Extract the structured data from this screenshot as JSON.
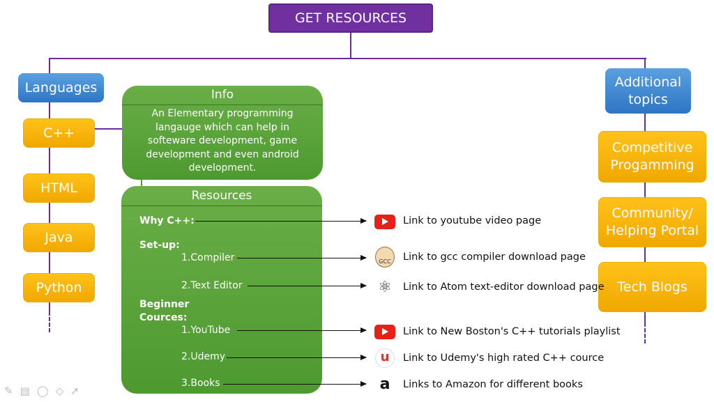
{
  "title": "GET RESOURCES",
  "left": {
    "header": "Languages",
    "items": [
      "C++",
      "HTML",
      "Java",
      "Python"
    ]
  },
  "right": {
    "header": "Additional topics",
    "items": [
      "Competitive Progamming",
      "Community/ Helping Portal",
      "Tech Blogs"
    ]
  },
  "info": {
    "title": "Info",
    "text": "An Elementary programming langauge which can help in softeware development, game development and even android development."
  },
  "resources": {
    "title": "Resources",
    "why": "Why C++:",
    "setup": "Set-up:",
    "compiler": "1.Compiler",
    "editor": "2.Text Editor",
    "beginner": "Beginner Cources:",
    "youtube": "1.YouTube",
    "udemy": "2.Udemy",
    "books": "3.Books"
  },
  "links": [
    {
      "icon": "youtube-icon",
      "text": "Link to youtube video page"
    },
    {
      "icon": "gcc-icon",
      "label": "GCC",
      "text": "Link to gcc compiler download page"
    },
    {
      "icon": "atom-icon",
      "text": "Link to Atom text-editor download page"
    },
    {
      "icon": "youtube-icon",
      "text": "Link to New Boston's C++ tutorials playlist"
    },
    {
      "icon": "udemy-icon",
      "text": "Link to Udemy's high rated C++ cource"
    },
    {
      "icon": "amazon-icon",
      "text": "Links to Amazon for different books"
    }
  ],
  "colors": {
    "purple": "#7030a0",
    "blue": "#2e75c4",
    "yellow": "#f0a800",
    "green": "#5aa33a"
  }
}
